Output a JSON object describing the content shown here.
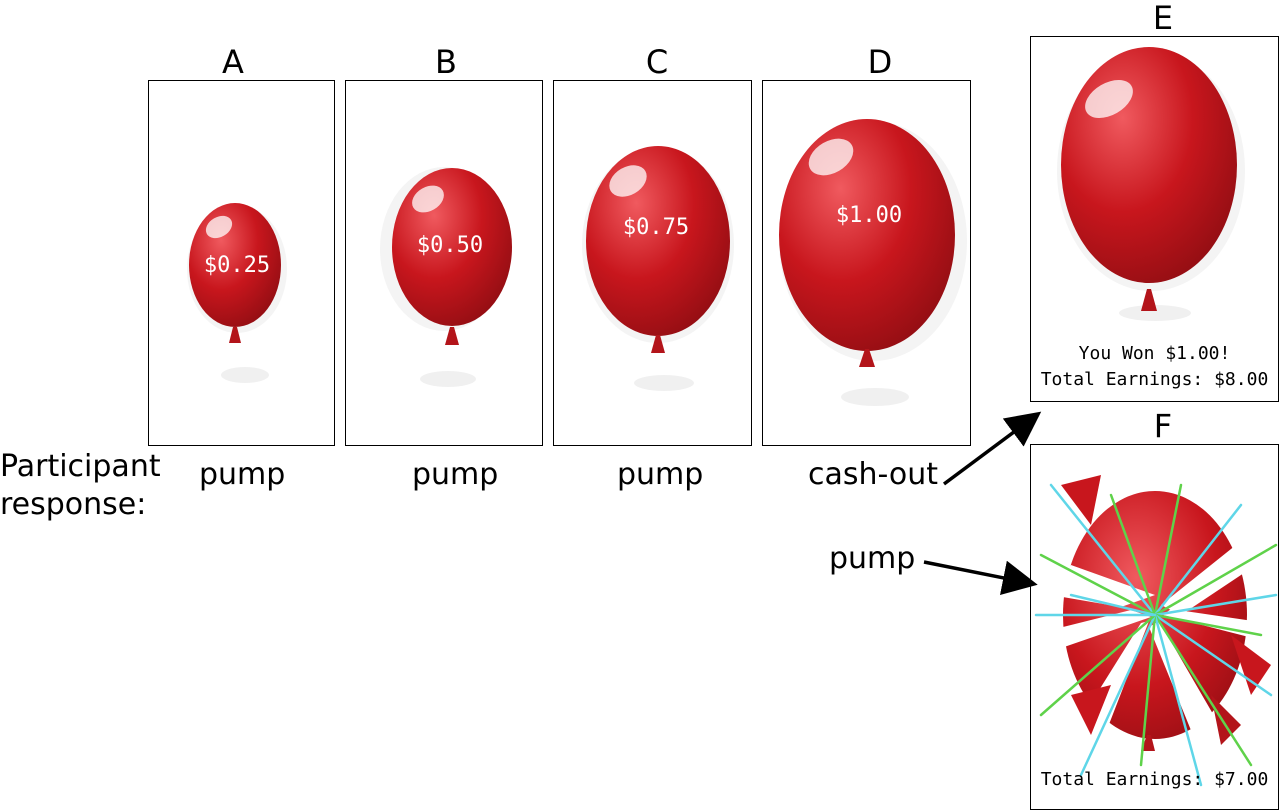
{
  "panels": [
    {
      "letter": "A",
      "amount": "$0.25",
      "response": "pump"
    },
    {
      "letter": "B",
      "amount": "$0.50",
      "response": "pump"
    },
    {
      "letter": "C",
      "amount": "$0.75",
      "response": "pump"
    },
    {
      "letter": "D",
      "amount": "$1.00",
      "response": "cash-out"
    },
    {
      "letter": "E",
      "message": "You Won $1.00!",
      "earnings": "Total Earnings: $8.00"
    },
    {
      "letter": "F",
      "earnings": "Total Earnings: $7.00"
    }
  ],
  "row_label": {
    "line1": "Participant",
    "line2": "response:"
  },
  "pump_label": "pump",
  "colors": {
    "balloon": "#c8161d",
    "balloon_dark": "#8e0d12",
    "highlight": "#ffffff",
    "ray_green": "#5fd24a",
    "ray_cyan": "#5fd6e8"
  }
}
